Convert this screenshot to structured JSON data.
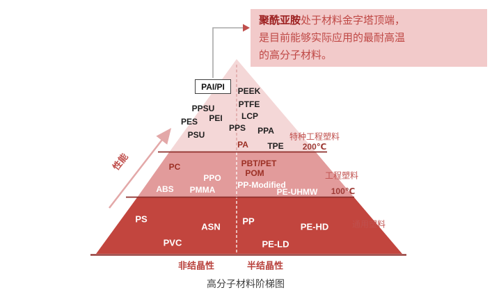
{
  "annotation": {
    "highlight": "聚酰亚胺",
    "line1_rest": "处于材料金字塔顶端，",
    "line2": "是目前能够实际应用的最耐高温",
    "line3": "的高分子材料。"
  },
  "pyramid": {
    "boxed_material": "PAI/PI",
    "tier_special": {
      "label": "特种工程塑料",
      "temp": "200℃",
      "materials": {
        "peek": "PEEK",
        "ppsu": "PPSU",
        "ptfe": "PTFE",
        "pes": "PES",
        "pei": "PEI",
        "lcp": "LCP",
        "pps": "PPS",
        "psu": "PSU",
        "ppa": "PPA",
        "pa": "PA",
        "tpe": "TPE"
      }
    },
    "tier_engineering": {
      "label": "工程塑料",
      "temp": "100℃",
      "materials": {
        "pc": "PC",
        "pbt_pet": "PBT/PET",
        "pom": "POM",
        "ppo": "PPO",
        "pp_modified": "PP-Modified",
        "abs": "ABS",
        "pmma": "PMMA",
        "pe_uhmw": "PE-UHMW"
      }
    },
    "tier_general": {
      "label": "通用塑料",
      "materials": {
        "ps": "PS",
        "pp": "PP",
        "asn": "ASN",
        "pe_hd": "PE-HD",
        "pvc": "PVC",
        "pe_ld": "PE-LD"
      }
    }
  },
  "axes": {
    "performance": "性能",
    "amorphous": "非结晶性",
    "semi_crystalline": "半结晶性"
  },
  "caption": "高分子材料阶梯图",
  "colors": {
    "tier_special_fill": "#f4d7d7",
    "tier_engineering_fill": "#e29b9b",
    "tier_general_fill": "#c2453e",
    "accent_red": "#c0504d",
    "line_dark_red": "#8e2f2b",
    "annotation_bg": "#f2caca",
    "callout_arrow_gray": "#a8a8a8"
  }
}
